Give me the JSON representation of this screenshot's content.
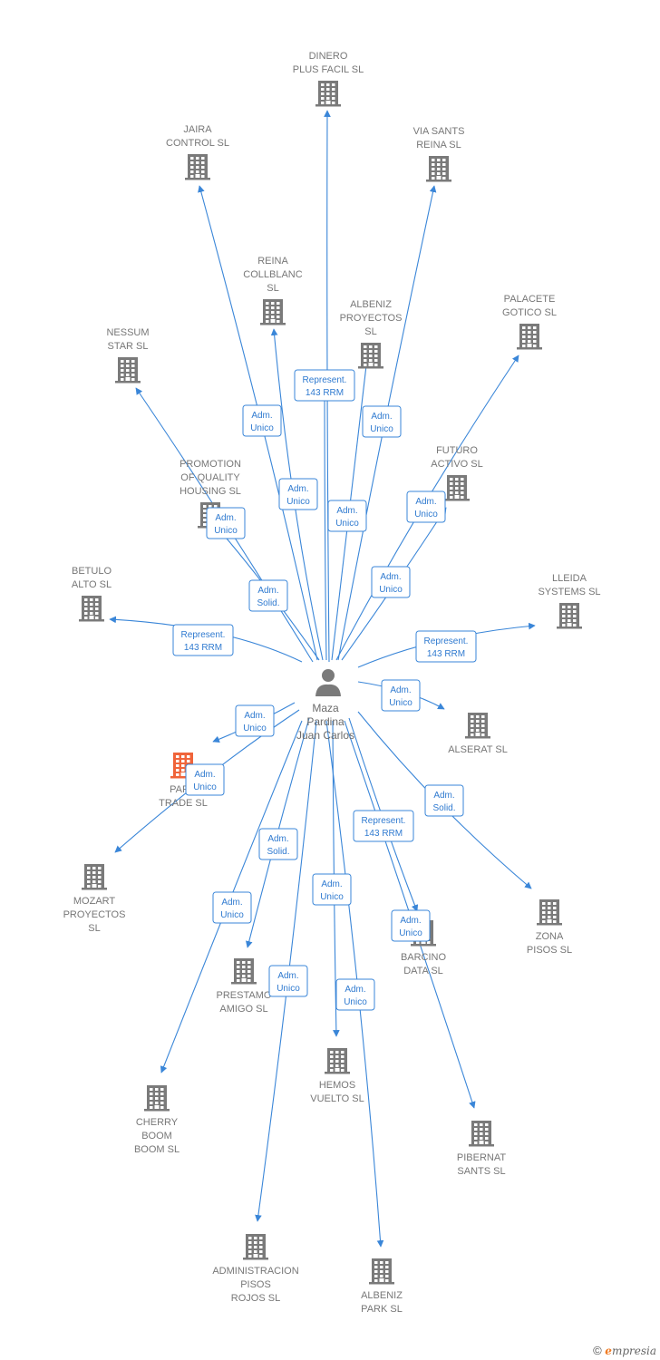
{
  "center": {
    "label_lines": [
      "Maza",
      "Pardina",
      "Juan Carlos"
    ],
    "icon": "person-icon"
  },
  "colors": {
    "edge": "#3a86d8",
    "building": "#7a7a7a",
    "highlight": "#f0643a",
    "label": "#777777"
  },
  "nodes": [
    {
      "id": "dinero",
      "label_lines": [
        "DINERO",
        "PLUS FACIL SL"
      ]
    },
    {
      "id": "jaira",
      "label_lines": [
        "JAIRA",
        "CONTROL  SL"
      ]
    },
    {
      "id": "viasants",
      "label_lines": [
        "VIA SANTS",
        "REINA  SL"
      ]
    },
    {
      "id": "reina",
      "label_lines": [
        "REINA",
        "COLLBLANC",
        "SL"
      ]
    },
    {
      "id": "albenizproy",
      "label_lines": [
        "ALBENIZ",
        "PROYECTOS",
        "SL"
      ]
    },
    {
      "id": "palacete",
      "label_lines": [
        "PALACETE",
        "GOTICO  SL"
      ]
    },
    {
      "id": "nessum",
      "label_lines": [
        "NESSUM",
        "STAR  SL"
      ]
    },
    {
      "id": "futuro",
      "label_lines": [
        "FUTURO",
        "ACTIVO SL"
      ]
    },
    {
      "id": "promotion",
      "label_lines": [
        "PROMOTION",
        "OF QUALITY",
        "HOUSING  SL"
      ]
    },
    {
      "id": "betulo",
      "label_lines": [
        "BETULO",
        "ALTO SL"
      ]
    },
    {
      "id": "lleida",
      "label_lines": [
        "LLEIDA",
        "SYSTEMS  SL"
      ]
    },
    {
      "id": "alserat",
      "label_lines": [
        "ALSERAT  SL"
      ]
    },
    {
      "id": "parc",
      "label_lines": [
        "PARC",
        "TRADE  SL"
      ],
      "highlight": true
    },
    {
      "id": "mozart",
      "label_lines": [
        "MOZART",
        "PROYECTOS",
        "SL"
      ]
    },
    {
      "id": "zona",
      "label_lines": [
        "ZONA",
        "PISOS SL"
      ]
    },
    {
      "id": "barcino",
      "label_lines": [
        "BARCINO",
        "DATA SL"
      ]
    },
    {
      "id": "prestamo",
      "label_lines": [
        "PRESTAMO",
        "AMIGO SL"
      ]
    },
    {
      "id": "hemos",
      "label_lines": [
        "HEMOS",
        "VUELTO  SL"
      ]
    },
    {
      "id": "cherry",
      "label_lines": [
        "CHERRY",
        "BOOM",
        "BOOM SL"
      ]
    },
    {
      "id": "pibernat",
      "label_lines": [
        "PIBERNAT",
        "SANTS  SL"
      ]
    },
    {
      "id": "admin",
      "label_lines": [
        "ADMINISTRACION",
        "PISOS",
        "ROJOS  SL"
      ]
    },
    {
      "id": "albenizpark",
      "label_lines": [
        "ALBENIZ",
        "PARK  SL"
      ]
    }
  ],
  "edges": [
    {
      "to": "dinero",
      "label_lines": []
    },
    {
      "to": "jaira",
      "label_lines": [
        "Adm.",
        "Unico"
      ]
    },
    {
      "to": "viasants",
      "label_lines": [
        "Adm.",
        "Unico"
      ]
    },
    {
      "to": "reina",
      "label_lines": [
        "Adm.",
        "Unico"
      ]
    },
    {
      "to": "albenizproy",
      "label_lines": [
        "Adm.",
        "Unico"
      ]
    },
    {
      "to": "palacete",
      "label_lines": [
        "Adm.",
        "Unico"
      ]
    },
    {
      "to": "nessum",
      "label_lines": [
        "Adm.",
        "Unico"
      ]
    },
    {
      "to": "futuro",
      "label_lines": [
        "Adm.",
        "Unico"
      ]
    },
    {
      "to": "promotion",
      "label_lines": [
        "Adm.",
        "Solid."
      ]
    },
    {
      "to": "betulo",
      "label_lines": [
        "Represent.",
        "143 RRM"
      ]
    },
    {
      "to": "lleida",
      "label_lines": [
        "Represent.",
        "143 RRM"
      ]
    },
    {
      "to": "alserat",
      "label_lines": [
        "Adm.",
        "Unico"
      ]
    },
    {
      "to": "parc",
      "label_lines": [
        "Adm.",
        "Unico"
      ]
    },
    {
      "to": "mozart",
      "label_lines": [
        "Adm.",
        "Unico"
      ]
    },
    {
      "to": "zona",
      "label_lines": [
        "Adm.",
        "Solid."
      ]
    },
    {
      "to": "barcino",
      "label_lines": [
        "Represent.",
        "143 RRM"
      ]
    },
    {
      "to": "prestamo",
      "label_lines": [
        "Adm.",
        "Solid."
      ]
    },
    {
      "to": "hemos",
      "label_lines": [
        "Adm.",
        "Unico"
      ]
    },
    {
      "to": "cherry",
      "label_lines": [
        "Adm.",
        "Unico"
      ]
    },
    {
      "to": "pibernat",
      "label_lines": [
        "Adm.",
        "Unico"
      ]
    },
    {
      "to": "admin",
      "label_lines": [
        "Adm.",
        "Unico"
      ]
    },
    {
      "to": "albenizpark",
      "label_lines": [
        "Adm.",
        "Unico"
      ]
    },
    {
      "to": "dinero",
      "label_lines": [
        "Represent.",
        "143 RRM"
      ]
    }
  ],
  "footer": {
    "copyright": "©",
    "brand_initial": "e",
    "brand_rest": "mpresia"
  }
}
